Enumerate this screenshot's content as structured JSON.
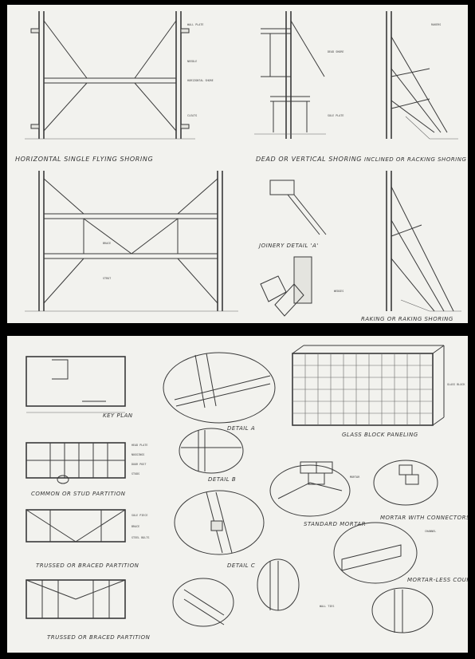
{
  "top_sheet": {
    "titles": {
      "horizontal": "HORIZONTAL SINGLE FLYING SHORING",
      "dead": "DEAD OR VERTICAL SHORING",
      "inclined": "INCLINED OR RACKING SHORING",
      "joinery": "JOINERY DETAIL 'A'",
      "raking": "RAKING OR RAKING SHORING"
    },
    "labels": {
      "wall_plate": "WALL PLATE",
      "needle": "NEEDLE",
      "strut": "STRUT",
      "wedges": "WEDGES",
      "sole_plate": "SOLE PLATE",
      "rakers": "RAKERS",
      "cleats": "CLEATS",
      "dead_shore": "DEAD SHORE",
      "horizontal_shore": "HORIZONTAL SHORE",
      "brace": "BRACE"
    }
  },
  "bottom_sheet": {
    "titles": {
      "key_plan": "KEY PLAN",
      "detail_a": "DETAIL A",
      "detail_b": "DETAIL B",
      "detail_c": "DETAIL C",
      "glass_block": "GLASS BLOCK PANELING",
      "common_stud": "COMMON OR STUD PARTITION",
      "trussed_1": "TRUSSED OR BRACED PARTITION",
      "trussed_2": "TRUSSED OR BRACED PARTITION",
      "standard_mortar": "STANDARD MORTAR",
      "mortar_connectors": "MORTAR WITH CONNECTORS",
      "mortarless": "MORTAR-LESS COURSE"
    },
    "labels": {
      "head_plate": "HEAD PLATE",
      "noggins": "NOGGINGS",
      "door_post": "DOOR POST",
      "studs": "STUDS",
      "sole_piece": "SOLE PIECE",
      "brace": "BRACE",
      "steel_bolts": "STEEL BOLTS",
      "mortar": "MORTAR",
      "channel": "CHANNEL",
      "wall_ties": "WALL TIES",
      "glass_block": "GLASS BLOCK"
    }
  }
}
